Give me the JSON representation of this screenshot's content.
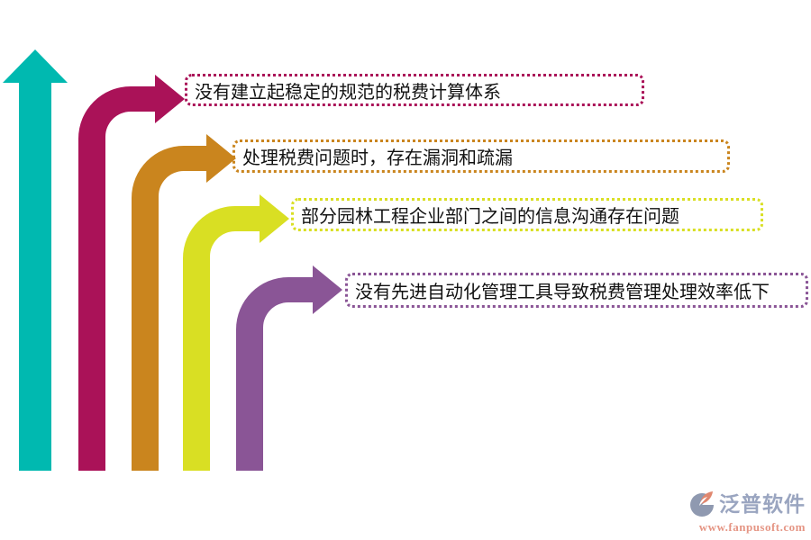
{
  "diagram": {
    "axis_arrow_color": "#00b9b0",
    "items": [
      {
        "label": "没有建立起稳定的规范的税费计算体系",
        "color": "#aa1258"
      },
      {
        "label": "处理税费问题时，存在漏洞和疏漏",
        "color": "#ca851e"
      },
      {
        "label": "部分园林工程企业部门之间的信息沟通存在问题",
        "color": "#d9df23"
      },
      {
        "label": "没有先进自动化管理工具导致税费管理处理效率低下",
        "color": "#8a5596"
      }
    ]
  },
  "watermark": {
    "brand": "泛普软件",
    "url": "www.fanpusoft.com",
    "brand_color": "#9aa5c0",
    "url_color": "#e59584"
  }
}
